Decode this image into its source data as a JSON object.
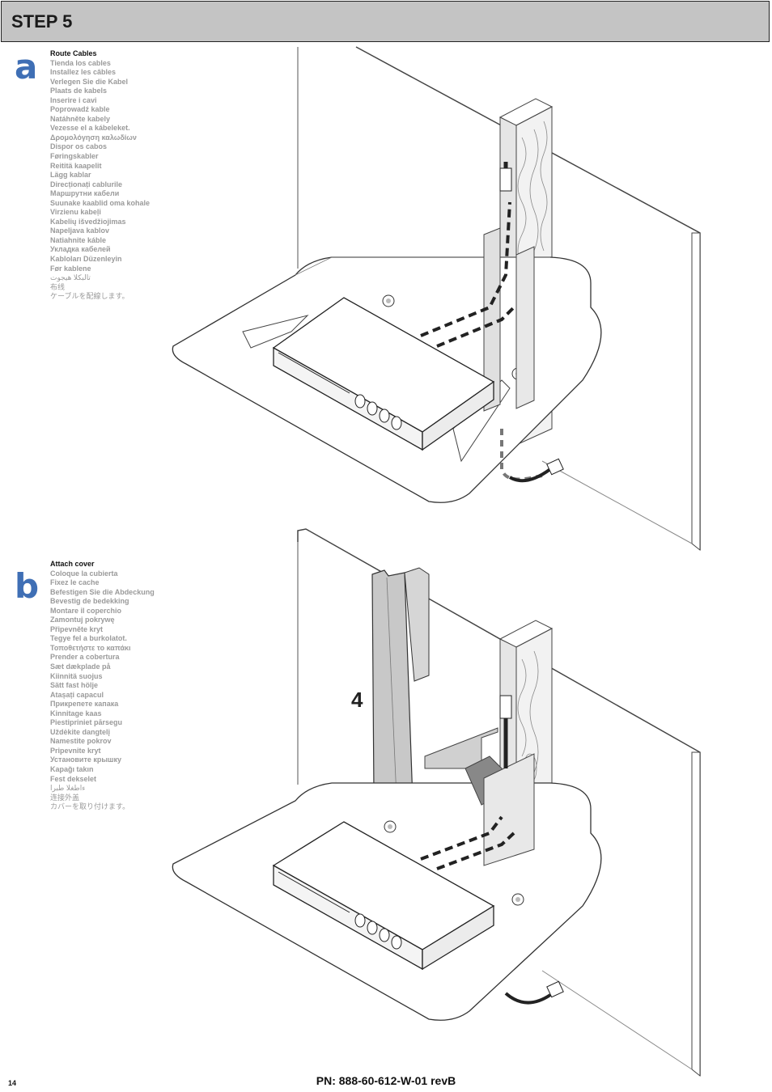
{
  "header": {
    "title": "STEP 5"
  },
  "steps": [
    {
      "letter": "a",
      "lines": [
        "Route Cables",
        "Tienda los cables",
        "Installez les câbles",
        "Verlegen Sie die Kabel",
        "Plaats de kabels",
        "Inserire i cavi",
        "Poprowadź kable",
        "Natáhněte kabely",
        "Vezesse el a kábeleket.",
        "Δρομολόγηση καλωδίων",
        "Dispor os cabos",
        "Føringskabler",
        "Reititä kaapelit",
        "Lägg kablar",
        "Direcționați cablurile",
        "Маршрутни кабели",
        "Suunake kaablid oma kohale",
        "Virzienu kabeļi",
        "Kabelių išvedžiojimas",
        "Napeljava kablov",
        "Natiahnite káble",
        "Укладка кабелей",
        "Kabloları Düzenleyin",
        "Før kablene",
        "تالبكلا هيجوت",
        "布线",
        "ケーブルを配線します。"
      ]
    },
    {
      "letter": "b",
      "lines": [
        "Attach cover",
        "Coloque la cubierta",
        "Fixez le cache",
        "Befestigen Sie die Abdeckung",
        "Bevestig de bedekking",
        "Montare il coperchio",
        "Zamontuj pokrywę",
        "Připevněte kryt",
        "Tegye fel a burkolatot.",
        "Τοποθετήστε το καπάκι",
        "Prender a cobertura",
        "Sæt dækplade på",
        "Kiinnitä suojus",
        "Sätt fast hölje",
        "Atașați capacul",
        "Прикрепете капака",
        "Kinnitage kaas",
        "Piestipriniet pārsegu",
        "Uždėkite dangtelį",
        "Namestite pokrov",
        "Pripevnite kryt",
        "Установите крышку",
        "Kapağı takın",
        "Fest dekselet",
        "ءاطغلا طبرا",
        "连接外盖",
        "カバーを取り付けます。"
      ]
    }
  ],
  "callout_number": "4",
  "footer": {
    "page_number": "14",
    "part_number": "PN: 888-60-612-W-01 revB"
  }
}
